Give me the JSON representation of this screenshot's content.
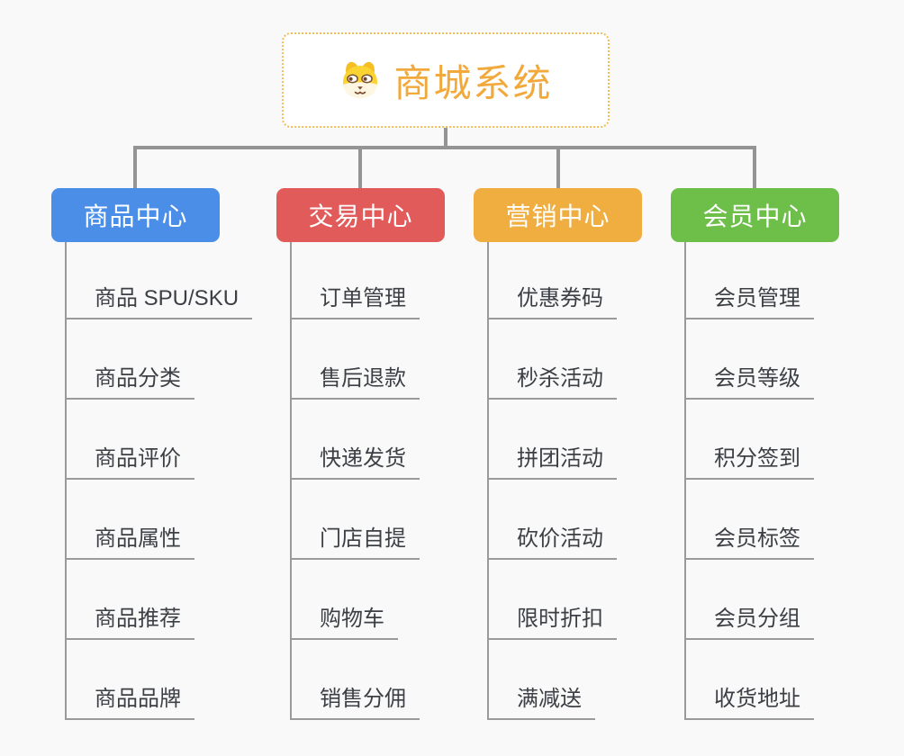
{
  "root": {
    "label": "商城系统",
    "icon": "dog-face-icon"
  },
  "branches": [
    {
      "label": "商品中心",
      "color": "#4a8ee8",
      "children": [
        "商品 SPU/SKU",
        "商品分类",
        "商品评价",
        "商品属性",
        "商品推荐",
        "商品品牌"
      ]
    },
    {
      "label": "交易中心",
      "color": "#e25b5b",
      "children": [
        "订单管理",
        "售后退款",
        "快递发货",
        "门店自提",
        "购物车",
        "销售分佣"
      ]
    },
    {
      "label": "营销中心",
      "color": "#efae3f",
      "children": [
        "优惠券码",
        "秒杀活动",
        "拼团活动",
        "砍价活动",
        "限时折扣",
        "满减送"
      ]
    },
    {
      "label": "会员中心",
      "color": "#6ebe4a",
      "children": [
        "会员管理",
        "会员等级",
        "积分签到",
        "会员标签",
        "会员分组",
        "收货地址"
      ]
    }
  ],
  "colors": {
    "canvas_bg": "#f9f9f9",
    "root_border": "#f3bd55",
    "root_text": "#f2a93b",
    "branch_text": "#ffffff",
    "connector_line": "#949494",
    "leaf_line": "#9a9a9a",
    "leaf_text": "#3c4045"
  }
}
